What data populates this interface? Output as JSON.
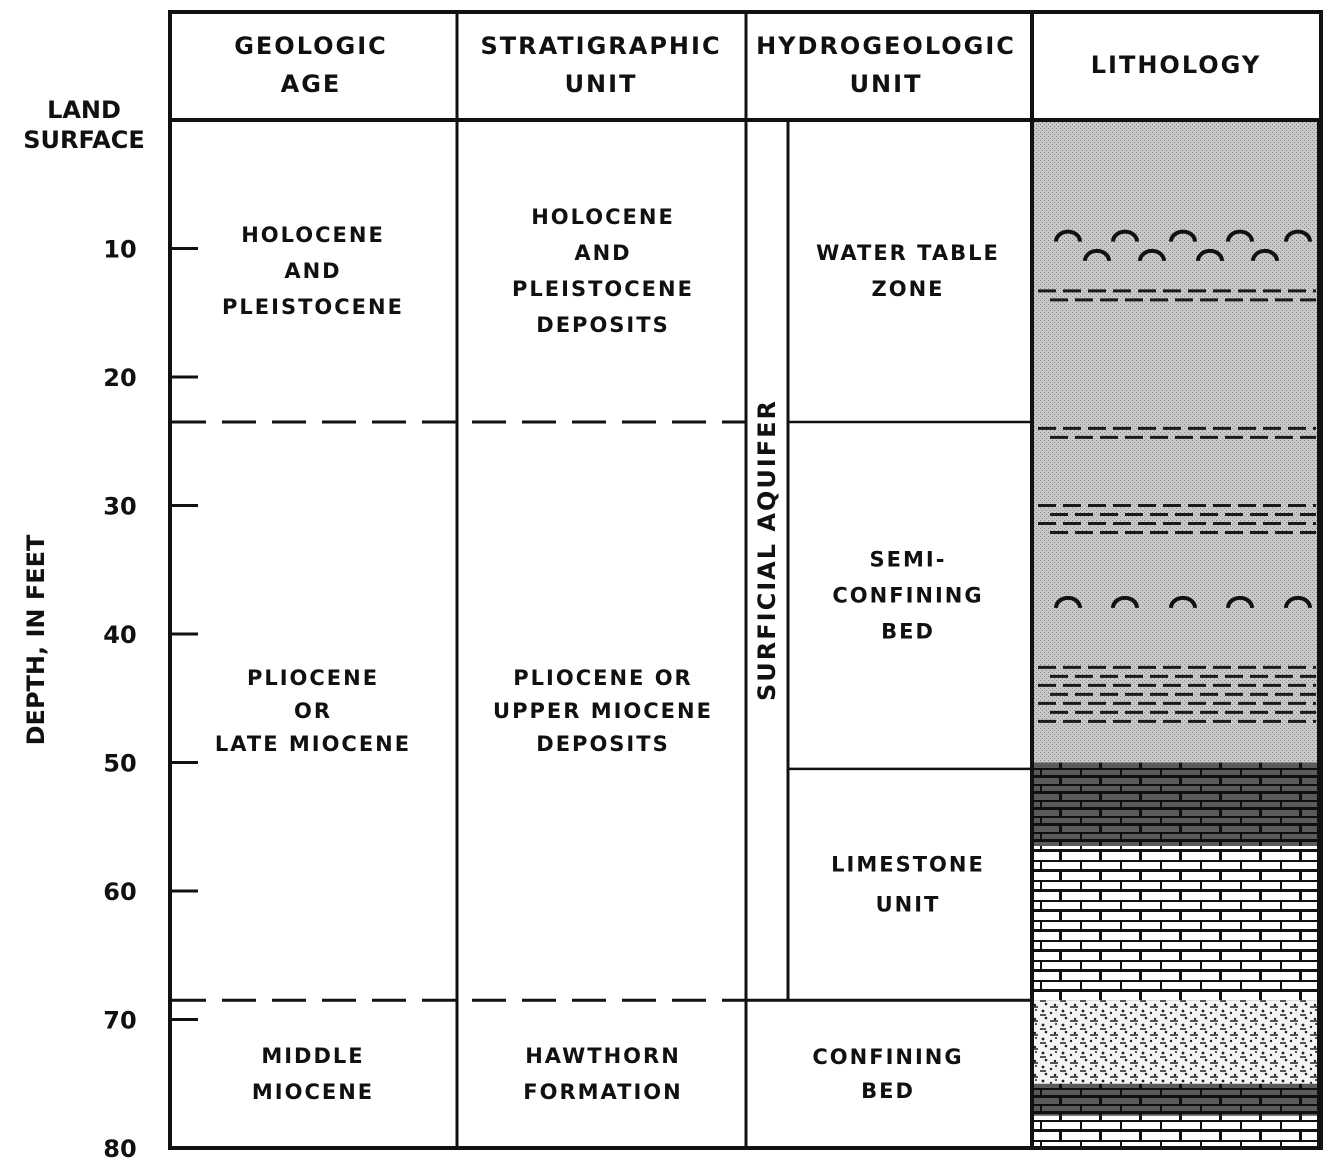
{
  "axis": {
    "top_label_line1": "LAND",
    "top_label_line2": "SURFACE",
    "title": "DEPTH, IN FEET",
    "unit": "feet",
    "range": [
      0,
      80
    ],
    "ticks": [
      10,
      20,
      30,
      40,
      50,
      60,
      70,
      80
    ]
  },
  "headers": {
    "geologic_age": [
      "GEOLOGIC",
      "AGE"
    ],
    "stratigraphic_unit": [
      "STRATIGRAPHIC",
      "UNIT"
    ],
    "hydrogeologic_unit": [
      "HYDROGEOLOGIC",
      "UNIT"
    ],
    "lithology": "LITHOLOGY"
  },
  "boundaries_depth_ft": [
    23.5,
    68.5
  ],
  "geologic_age": [
    {
      "lines": [
        "HOLOCENE",
        "AND",
        "PLEISTOCENE"
      ],
      "from": 0,
      "to": 23.5
    },
    {
      "lines": [
        "PLIOCENE",
        "OR",
        "LATE MIOCENE"
      ],
      "from": 23.5,
      "to": 68.5
    },
    {
      "lines": [
        "MIDDLE",
        "MIOCENE"
      ],
      "from": 68.5,
      "to": 80
    }
  ],
  "stratigraphic_unit": [
    {
      "lines": [
        "HOLOCENE",
        "AND",
        "PLEISTOCENE",
        "DEPOSITS"
      ],
      "from": 0,
      "to": 23.5
    },
    {
      "lines": [
        "PLIOCENE OR",
        "UPPER MIOCENE",
        "DEPOSITS"
      ],
      "from": 23.5,
      "to": 68.5
    },
    {
      "lines": [
        "HAWTHORN",
        "FORMATION"
      ],
      "from": 68.5,
      "to": 80
    }
  ],
  "hydrogeologic_unit": {
    "aquifer_label": "SURFICIAL AQUIFER",
    "aquifer_from": 0,
    "aquifer_to": 68.5,
    "zones": [
      {
        "lines": [
          "WATER TABLE",
          "ZONE"
        ],
        "from": 0,
        "to": 23.5
      },
      {
        "lines": [
          "SEMI-",
          "CONFINING",
          "BED"
        ],
        "from": 23.5,
        "to": 50.5
      },
      {
        "lines": [
          "LIMESTONE",
          "UNIT"
        ],
        "from": 50.5,
        "to": 68.5
      }
    ],
    "confining_bed": {
      "lines": [
        "CONFINING",
        "BED"
      ],
      "from": 68.5,
      "to": 80
    }
  },
  "lithology": [
    {
      "pattern": "sand",
      "from": 0,
      "to": 50
    },
    {
      "pattern": "dark-limestone",
      "from": 50,
      "to": 56.5
    },
    {
      "pattern": "limestone",
      "from": 56.5,
      "to": 68.5
    },
    {
      "pattern": "sandy-limestone",
      "from": 68.5,
      "to": 75
    },
    {
      "pattern": "dark-limestone",
      "from": 75,
      "to": 77.5
    },
    {
      "pattern": "limestone",
      "from": 77.5,
      "to": 80
    }
  ],
  "lithology_marks": {
    "shells_depth_ft": [
      9,
      10.5,
      37.5
    ],
    "clay_bands": [
      [
        13.3,
        14.3
      ],
      [
        24,
        25.3
      ],
      [
        30,
        32.4
      ],
      [
        42.6,
        47.2
      ]
    ]
  },
  "colors": {
    "line": "#111111",
    "sand_fill": "#c9c9c9",
    "limestone_fill": "#ffffff",
    "dark_fill": "#3a3a3a"
  }
}
